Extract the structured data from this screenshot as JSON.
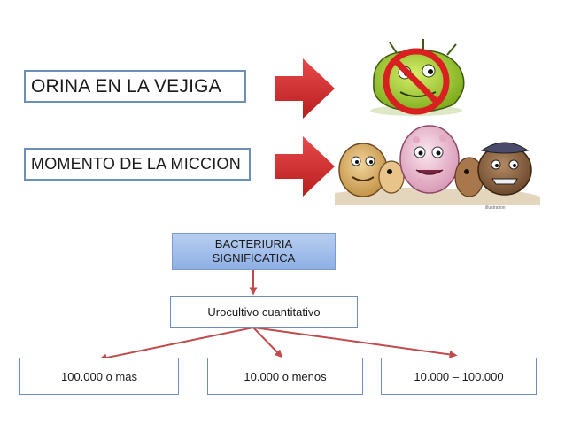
{
  "labels": {
    "orina": "ORINA EN LA VEJIGA",
    "momento": "MOMENTO DE LA MICCION"
  },
  "flow": {
    "root_line1": "BACTERIURIA",
    "root_line2": "SIGNIFICATICA",
    "middle": "Urocultivo cuantitativo",
    "left": "100.000 o mas",
    "center": "10.000 o menos",
    "right": "10.000 – 100.000"
  },
  "colors": {
    "big_arrow": "#d42a2a",
    "connector": "#c24a4a",
    "box_border": "#6b8fb8",
    "root_fill": "#a3bfec"
  },
  "icons": {
    "top_image": "cartoon-bacterium-prohibited",
    "bottom_image": "cartoon-bacteria-group"
  }
}
